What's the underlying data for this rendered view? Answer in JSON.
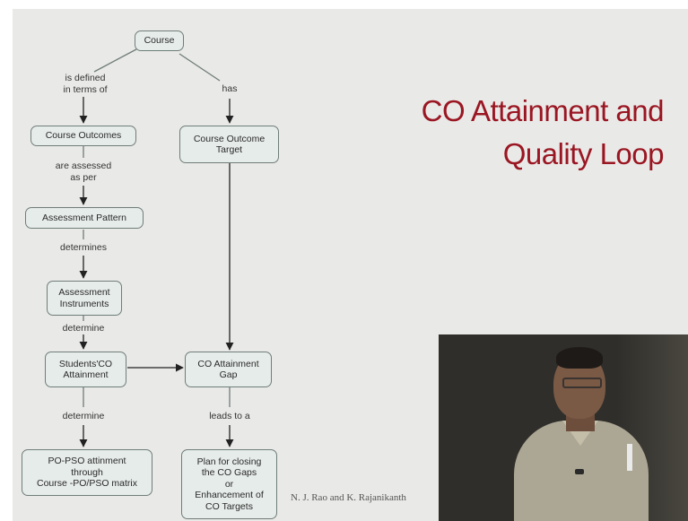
{
  "slide": {
    "title": "CO Attainment and\nQuality Loop",
    "credit": "N. J. Rao and K. Rajanikanth",
    "title_color": "#9a1622"
  },
  "diagram": {
    "nodes": {
      "course": "Course",
      "course_outcomes": "Course Outcomes",
      "course_outcome_target": "Course Outcome\nTarget",
      "assessment_pattern": "Assessment Pattern",
      "assessment_instruments": "Assessment\nInstruments",
      "students_co_attainment": "Students'CO\nAttainment",
      "co_attainment_gap": "CO Attainment\nGap",
      "po_pso_attainment": "PO-PSO attinment\nthrough\nCourse -PO/PSO matrix",
      "plan_for_closing": "Plan for closing\nthe CO Gaps\nor\nEnhancement of\nCO Targets"
    },
    "edge_labels": {
      "is_defined_in_terms_of": "is defined\nin terms of",
      "has": "has",
      "are_assessed_as_per": "are assessed\nas per",
      "determines": "determines",
      "determine_1": "determine",
      "determine_2": "determine",
      "leads_to_a": "leads to a"
    }
  },
  "video": {
    "icon": "presenter-video"
  }
}
